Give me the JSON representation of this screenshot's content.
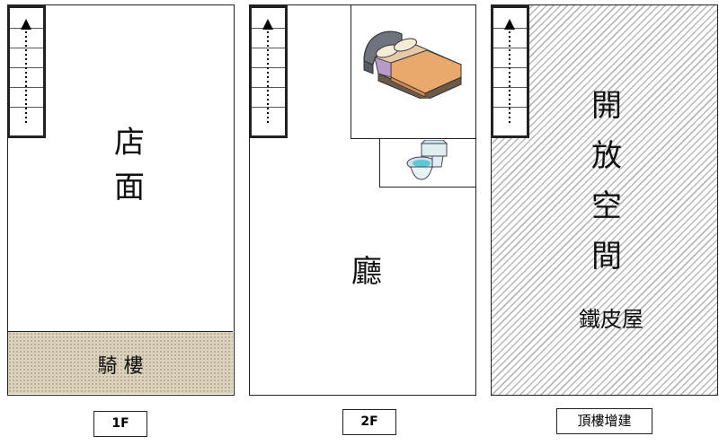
{
  "floors": [
    {
      "tag": "1F",
      "main_room": [
        "店",
        "面"
      ],
      "arcade": "騎 樓"
    },
    {
      "tag": "2F",
      "main_room": "廳",
      "fixtures": [
        "bed-icon",
        "toilet-icon"
      ]
    },
    {
      "tag": "頂樓增建",
      "main_room": [
        "開",
        "放",
        "空",
        "間"
      ],
      "material": "鐵皮屋"
    }
  ],
  "colors": {
    "outline": "#222222",
    "arcade_fill": "#dcd3bf",
    "hatch": "#b8b8b8"
  }
}
